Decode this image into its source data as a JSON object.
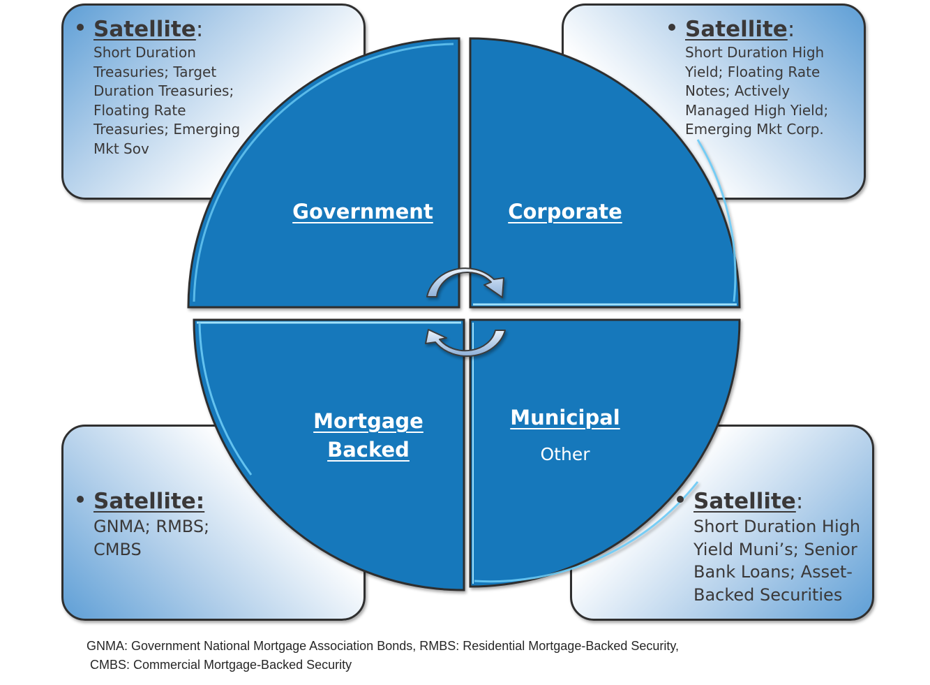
{
  "quadrants": {
    "government": {
      "label": "Government"
    },
    "corporate": {
      "label": "Corporate"
    },
    "mortgage_backed": {
      "label_line1": "Mortgage",
      "label_line2": "Backed"
    },
    "municipal": {
      "label": "Municipal",
      "sublabel": "Other"
    }
  },
  "satellites": {
    "top_left": {
      "title": "Satellite",
      "colon": ":",
      "body": "Short Duration\nTreasuries; Target\nDuration Treasuries;\nFloating Rate\nTreasuries; Emerging\nMkt Sov"
    },
    "top_right": {
      "title": "Satellite",
      "colon": ":",
      "body": "Short Duration High\nYield; Floating Rate\nNotes; Actively\nManaged High Yield;\nEmerging Mkt Corp."
    },
    "bottom_left": {
      "title": "Satellite:",
      "colon": "",
      "body": "GNMA; RMBS;\nCMBS"
    },
    "bottom_right": {
      "title": "Satellite",
      "colon": ":",
      "body": "Short Duration High\nYield Muni’s; Senior\nBank Loans; Asset-\nBacked Securities"
    }
  },
  "icons": {
    "center": "rotation-arrows-icon"
  },
  "colors": {
    "quadrant_fill": "#1578bb",
    "quadrant_highlight": "#5bc0f0",
    "outline": "#2f2f2f",
    "box_gradient_dark": "#5f9fd6",
    "box_gradient_light": "#ffffff",
    "text_dark": "#3a3838"
  },
  "footnote": {
    "line1": "GNMA: Government National Mortgage Association Bonds, RMBS: Residential Mortgage-Backed Security,",
    "line2": " CMBS: Commercial Mortgage-Backed Security"
  }
}
